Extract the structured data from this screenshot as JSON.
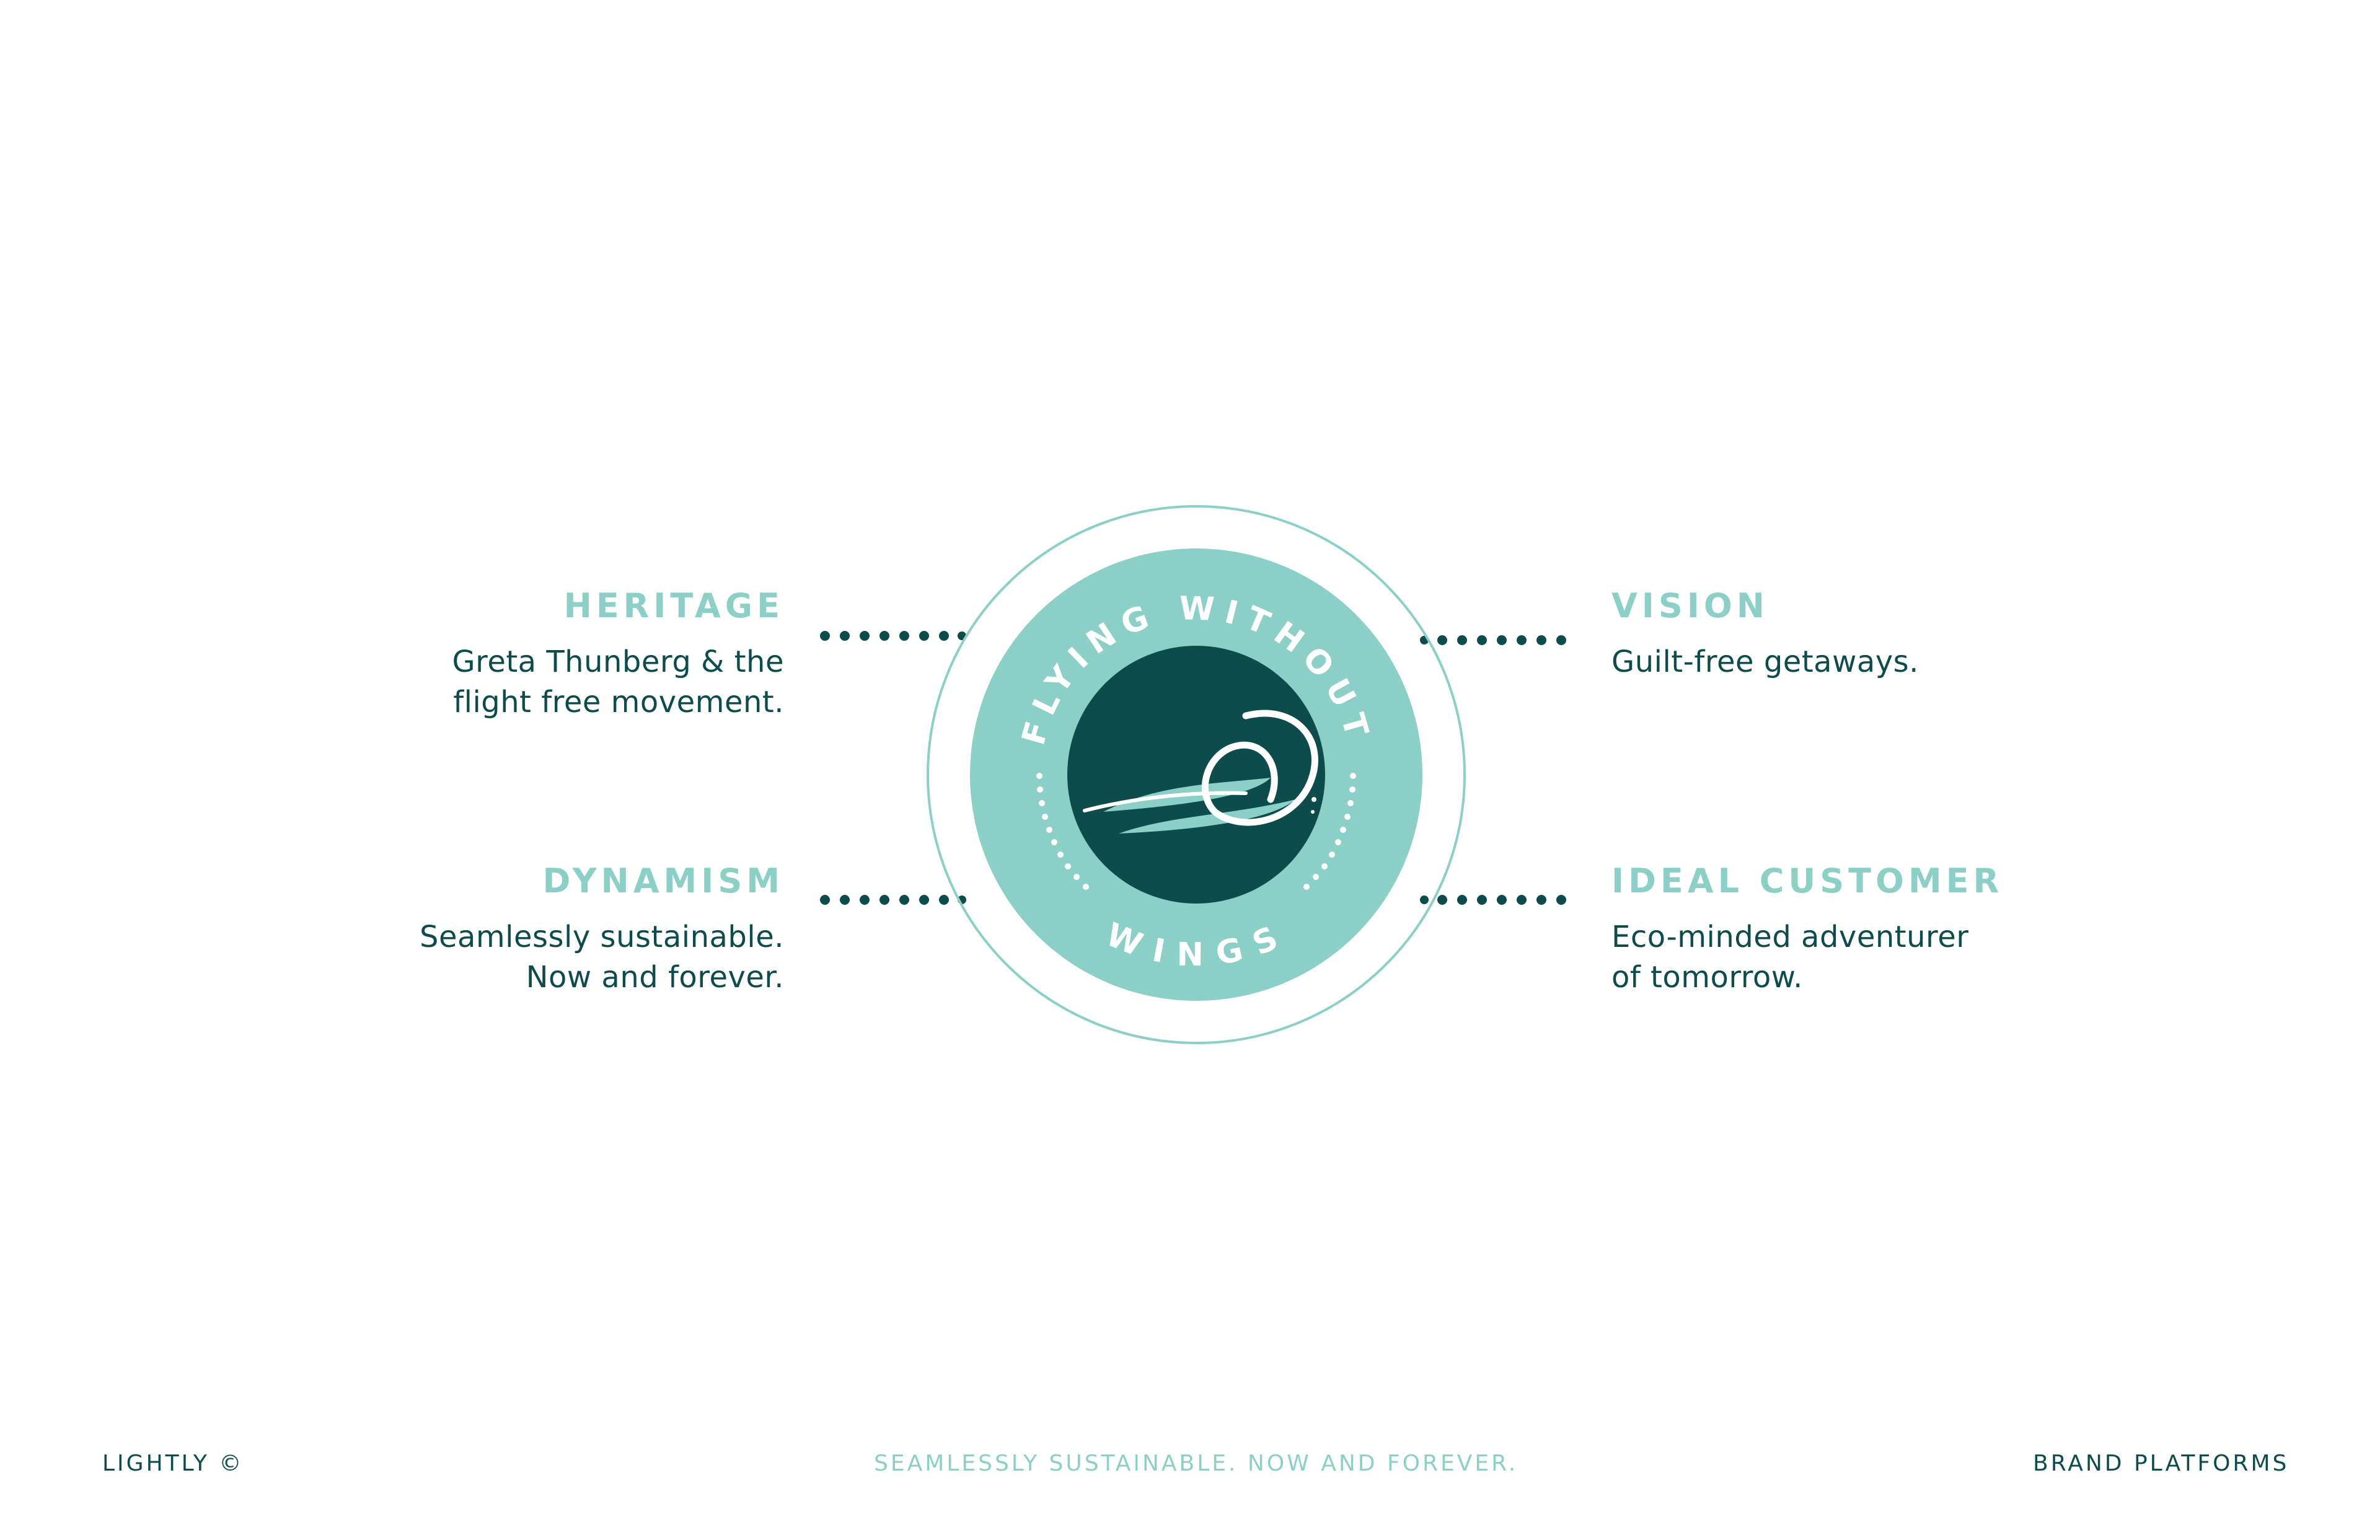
{
  "colors": {
    "accent": "#8ccfc6",
    "dark": "#0e4b4c",
    "white": "#ffffff"
  },
  "pillars": {
    "heritage": {
      "title": "HERITAGE",
      "lines": [
        "Greta Thunberg & the",
        "flight free movement."
      ]
    },
    "dynamism": {
      "title": "DYNAMISM",
      "lines": [
        "Seamlessly sustainable.",
        "Now and forever."
      ]
    },
    "vision": {
      "title": "VISION",
      "lines": [
        "Guilt-free getaways."
      ]
    },
    "ideal_customer": {
      "title": "IDEAL CUSTOMER",
      "lines": [
        "Eco-minded adventurer",
        "of tomorrow."
      ]
    }
  },
  "emblem": {
    "arc_top_text": "FLYING WITHOUT",
    "arc_bottom_text": "WINGS",
    "icon": "swirl-wing-icon"
  },
  "footer": {
    "left": "LIGHTLY ©",
    "center": "SEAMLESSLY SUSTAINABLE. NOW AND FOREVER.",
    "right": "BRAND PLATFORMS"
  }
}
